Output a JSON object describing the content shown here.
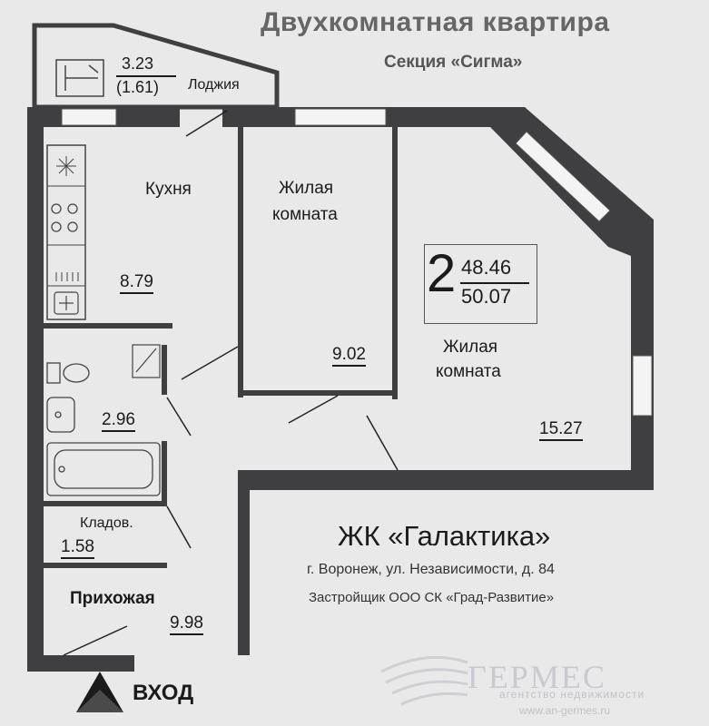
{
  "header": {
    "title": "Двухкомнатная квартира",
    "section": "Секция «Сигма»"
  },
  "rooms": {
    "loggia": {
      "label": "Лоджия",
      "area": "3.23",
      "area_reduced": "(1.61)"
    },
    "kitchen": {
      "label": "Кухня",
      "area": "8.79"
    },
    "living_small": {
      "label_line1": "Жилая",
      "label_line2": "комната",
      "area": "9.02"
    },
    "living_large": {
      "label_line1": "Жилая",
      "label_line2": "комната",
      "area": "15.27"
    },
    "bathroom": {
      "area": "2.96"
    },
    "storage": {
      "label": "Кладов.",
      "area": "1.58"
    },
    "hallway": {
      "label": "Прихожая",
      "area": "9.98"
    }
  },
  "summary": {
    "rooms_count": "2",
    "living_total": "48.46",
    "total_area": "50.07"
  },
  "info": {
    "complex_name": "ЖК «Галактика»",
    "address": "г. Воронеж, ул. Независимости, д. 84",
    "developer": "Застройщик ООО СК «Град-Развитие»"
  },
  "entrance": {
    "label": "ВХОД"
  },
  "watermark": {
    "brand": "ГЕРМЕС",
    "tagline": "агентство недвижимости",
    "site": "www.an-germes.ru"
  },
  "colors": {
    "wall": "#3f3f42",
    "window": "#f4f4f4",
    "background": "#e9e9ea"
  }
}
